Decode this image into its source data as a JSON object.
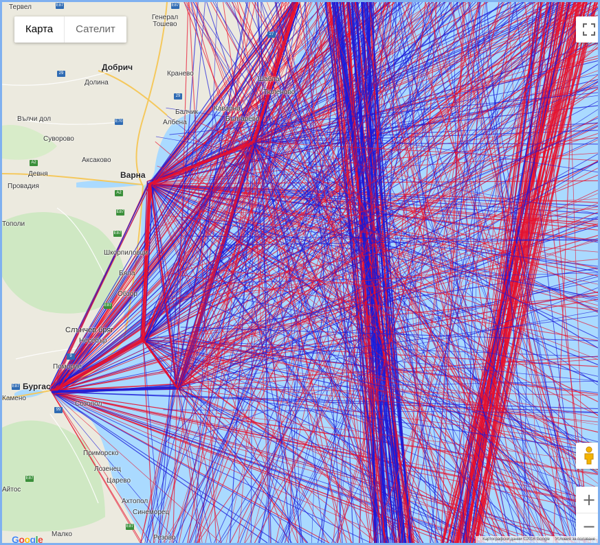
{
  "map_type": {
    "map_label": "Карта",
    "satellite_label": "Сателит",
    "selected": "map"
  },
  "places": {
    "tervel": "Тервел",
    "general_toshevo": "Генерал Тошево",
    "dobrich": "Добрич",
    "kranevo": "Кранево",
    "dolina": "Долина",
    "shabla": "Шабла",
    "tyulenovo": "Тюленово",
    "balchik": "Балчик",
    "kavarna": "Каварна",
    "albena": "Албена",
    "balgarevo": "Българево",
    "valchi_dol": "Вълчи дол",
    "suvorovo": "Суворово",
    "aksakovo": "Аксаково",
    "devnya": "Девня",
    "varna": "Варна",
    "provadiya": "Провадия",
    "topoli": "Тополи",
    "shkorpilovtsi": "Шкорпиловци",
    "byala": "Бяла",
    "obzor": "Обзор",
    "sunny_beach": "Слънчев бряг",
    "nesebar": "Несебър",
    "pomorie": "Поморие",
    "burgas": "Бургас",
    "sozopol": "Созопол",
    "primorsko": "Приморско",
    "lozenets": "Лозенец",
    "tsarevo": "Царево",
    "ahtopol": "Ахтопол",
    "sinemorets": "Синеморец",
    "malko": "Малко",
    "rezovo": "Резово",
    "kameno": "Камено",
    "aytos": "Айтос"
  },
  "roads": [
    "E87",
    "E87",
    "27",
    "29",
    "29",
    "E70",
    "A2",
    "A2",
    "E87",
    "E87",
    "E87",
    "9",
    "E87",
    "99",
    "E87",
    "E87"
  ],
  "controls": {
    "zoom_in": "+",
    "zoom_out": "−",
    "fullscreen_icon": "fullscreen-icon",
    "pegman_icon": "pegman-icon"
  },
  "attribution": {
    "logo": "Google",
    "data": "Картографски данни ©2016 Google",
    "terms": "Условия за ползване"
  },
  "colors": {
    "sea": "#aadaff",
    "land": "#eceadf",
    "route_red": "#e8102c",
    "route_blue": "#1a1ad8"
  }
}
